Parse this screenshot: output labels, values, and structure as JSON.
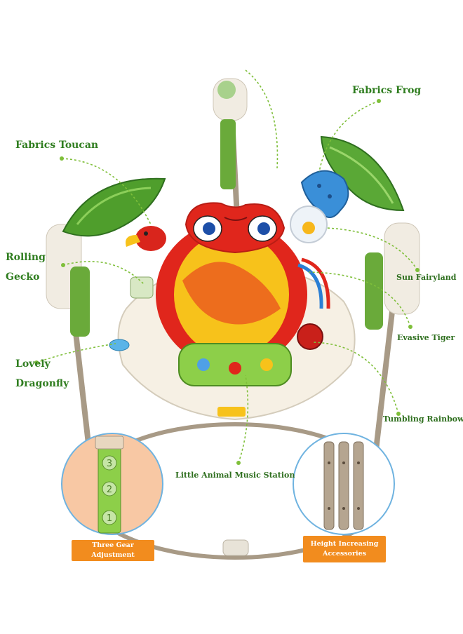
{
  "labels": {
    "fabrics_frog": "Fabrics Frog",
    "fabrics_toucan": "Fabrics Toucan",
    "rolling": "Rolling",
    "gecko": "Gecko",
    "sun_fairyland": "Sun Fairyland",
    "evasive_tiger": "Evasive Tiger",
    "lovely": "Lovely",
    "dragonfly": "Dragonfly",
    "tumbling_rainbow": "Tumbling Rainbow",
    "music_station": "Little Animal Music Station"
  },
  "insets": {
    "gear_tag": "Three Gear Adjustment",
    "height_tag_line1": "Height Increasing",
    "height_tag_line2": "Accessories",
    "gear_numbers": [
      "3",
      "2",
      "1"
    ]
  },
  "colors": {
    "label_green": "#2f7d1f",
    "leader_green": "#7fbf3a",
    "tag_orange": "#f28c1e",
    "inset_border": "#6fb3e0",
    "frame_tan": "#a89a86",
    "frog_red": "#e0261c",
    "frog_yellow": "#f7c21b"
  }
}
